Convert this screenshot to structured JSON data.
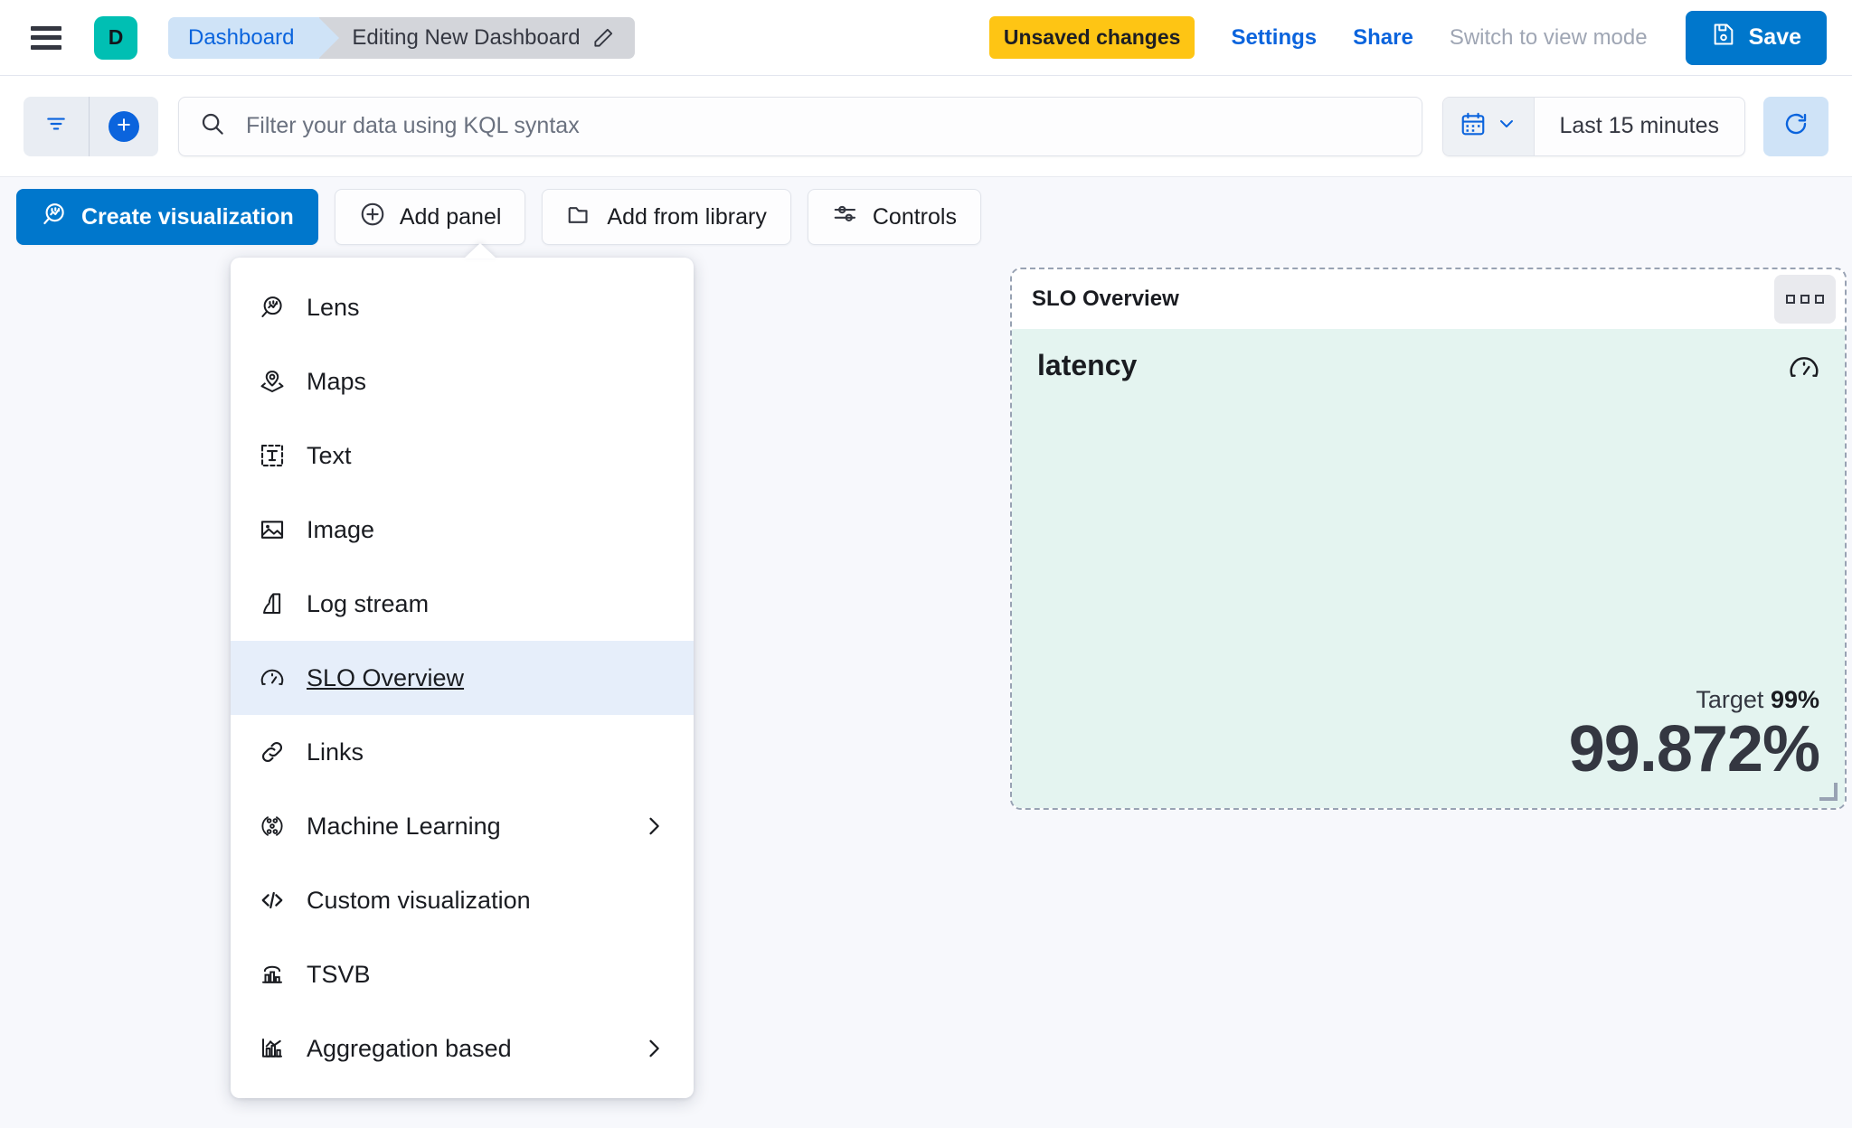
{
  "topnav": {
    "menu_icon": "hamburger-icon",
    "space_initial": "D",
    "breadcrumbs": [
      {
        "label": "Dashboard",
        "icon": null
      },
      {
        "label": "Editing New Dashboard",
        "icon": "pencil-icon"
      }
    ],
    "unsaved_badge": "Unsaved changes",
    "settings_label": "Settings",
    "share_label": "Share",
    "view_mode_label": "Switch to view mode",
    "save_label": "Save",
    "save_icon": "floppy-disk-icon"
  },
  "querybar": {
    "filter_icon": "filter-icon",
    "add_filter_icon": "plus-circle-icon",
    "search_icon": "search-icon",
    "search_value": "",
    "search_placeholder": "Filter your data using KQL syntax",
    "calendar_icon": "calendar-icon",
    "calendar_chevron": "chevron-down-icon",
    "date_range": "Last 15 minutes",
    "refresh_icon": "refresh-icon"
  },
  "toolbar": {
    "buttons": [
      {
        "label": "Create visualization",
        "icon": "lens-icon",
        "primary": true
      },
      {
        "label": "Add panel",
        "icon": "plus-circle-outline-icon",
        "primary": false
      },
      {
        "label": "Add from library",
        "icon": "folder-icon",
        "primary": false
      },
      {
        "label": "Controls",
        "icon": "sliders-icon",
        "primary": false
      }
    ]
  },
  "add_panel_menu": {
    "items": [
      {
        "label": "Lens",
        "icon": "lens-icon",
        "selected": false,
        "submenu": false
      },
      {
        "label": "Maps",
        "icon": "map-pin-icon",
        "selected": false,
        "submenu": false
      },
      {
        "label": "Text",
        "icon": "text-box-icon",
        "selected": false,
        "submenu": false
      },
      {
        "label": "Image",
        "icon": "image-icon",
        "selected": false,
        "submenu": false
      },
      {
        "label": "Log stream",
        "icon": "log-stream-icon",
        "selected": false,
        "submenu": false
      },
      {
        "label": "SLO Overview",
        "icon": "gauge-icon",
        "selected": true,
        "submenu": false
      },
      {
        "label": "Links",
        "icon": "link-icon",
        "selected": false,
        "submenu": false
      },
      {
        "label": "Machine Learning",
        "icon": "machine-learning-icon",
        "selected": false,
        "submenu": true
      },
      {
        "label": "Custom visualization",
        "icon": "code-icon",
        "selected": false,
        "submenu": false
      },
      {
        "label": "TSVB",
        "icon": "tsvb-icon",
        "selected": false,
        "submenu": false
      },
      {
        "label": "Aggregation based",
        "icon": "aggregation-icon",
        "selected": false,
        "submenu": true
      }
    ]
  },
  "slo_panel": {
    "header_title": "SLO Overview",
    "context_menu_icon": "panel-context-menu-icon",
    "slo_name": "latency",
    "gauge_icon": "gauge-icon",
    "target_prefix": "Target",
    "target_value": "99%",
    "current_value": "99.872%"
  },
  "colors": {
    "accent_blue": "#0077cc",
    "link_blue": "#0b64dd",
    "warning_yellow": "#fec514",
    "space_teal": "#00bfb3",
    "panel_mint": "#e4f4f0",
    "menu_highlight": "#e6eefa"
  }
}
